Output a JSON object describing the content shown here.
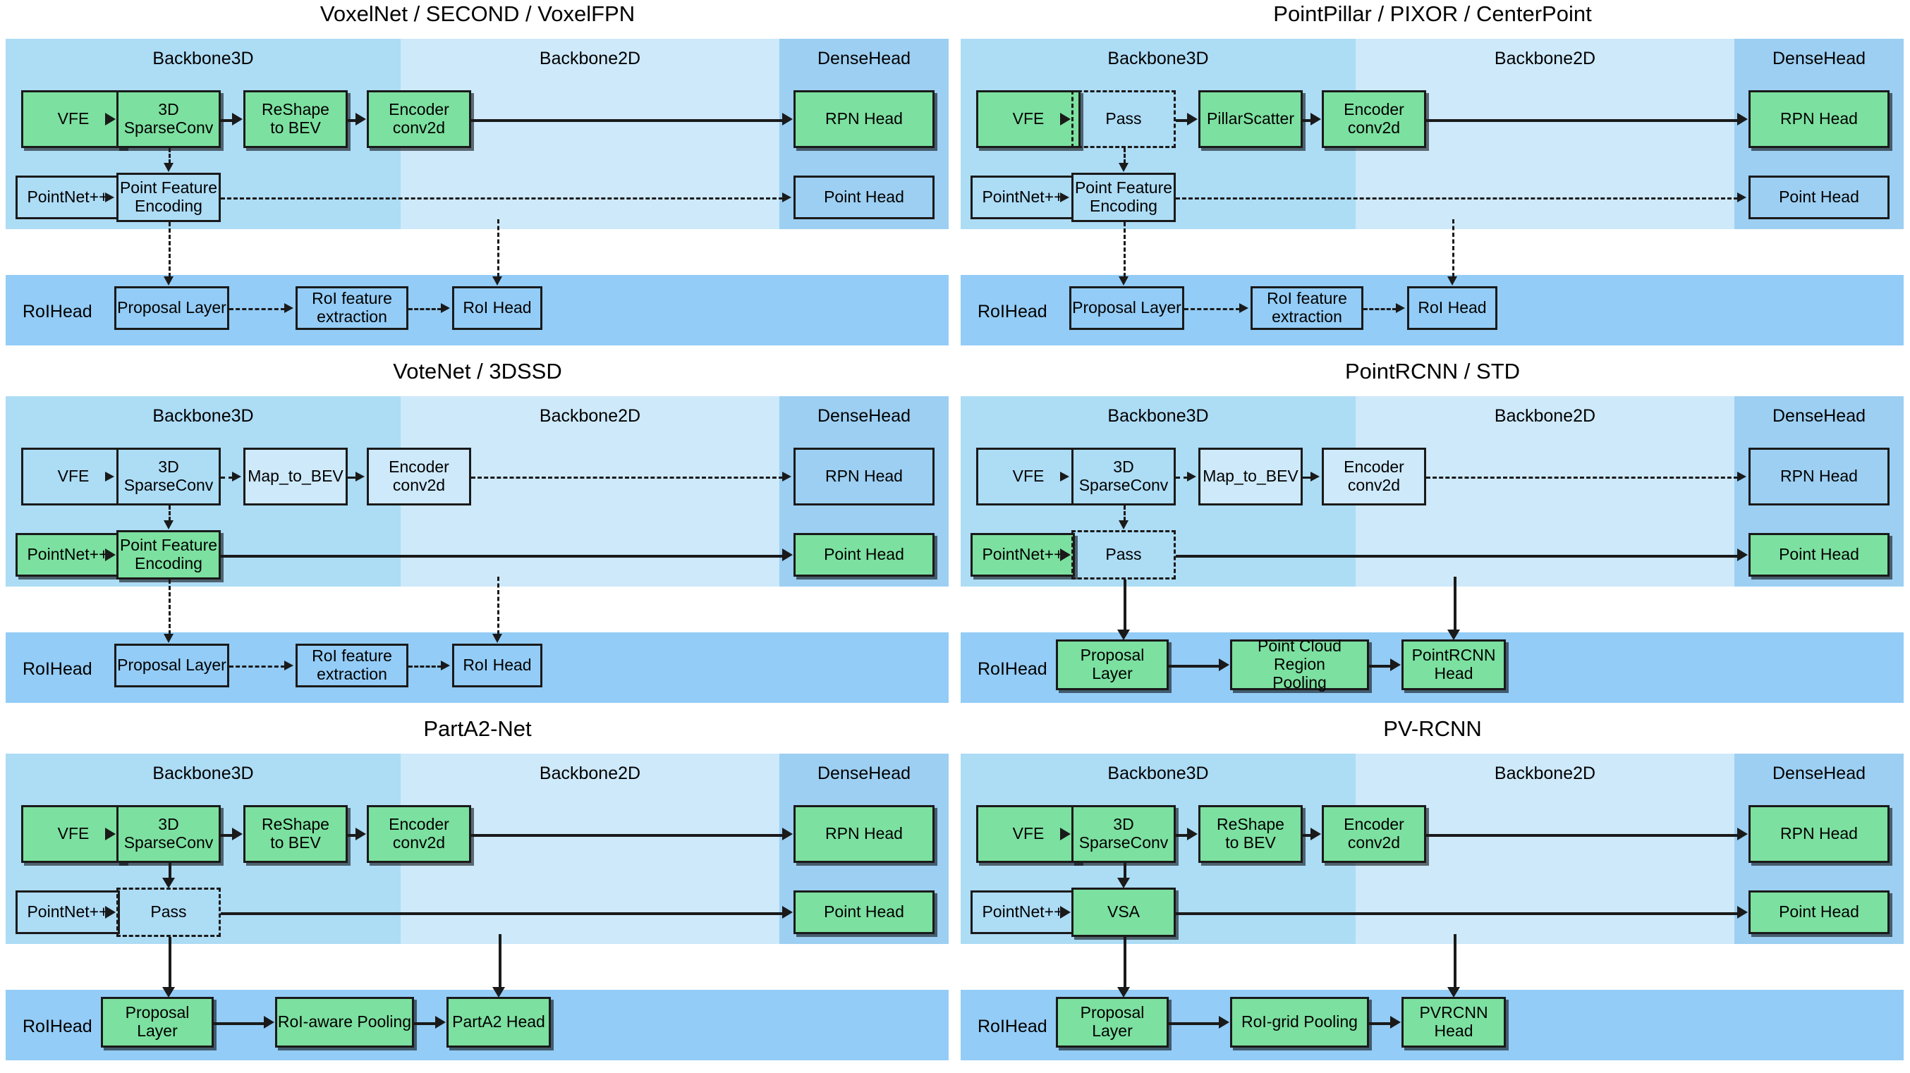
{
  "figure": {
    "description": "Unified 3D object detection framework diagram comparing six model families across Backbone3D, Backbone2D, DenseHead and RoIHead stages",
    "stage_labels": {
      "backbone3d": "Backbone3D",
      "backbone2d": "Backbone2D",
      "densehead": "DenseHead",
      "roihead": "RoIHead"
    },
    "colors": {
      "active_node": "#7CE0A0",
      "band_backbone3d": "#ADDCF5",
      "band_backbone2d": "#CDE9FA",
      "band_densehead": "#9CCFF2",
      "band_roihead": "#93CCF6",
      "stroke": "#1A1A1A"
    }
  },
  "panels": [
    {
      "id": "voxelnet",
      "title": "VoxelNet / SECOND / VoxelFPN",
      "nodes": {
        "vfe": "VFE",
        "sparseconv": "3D\nSparseConv",
        "bev": "ReShape\nto BEV",
        "encoder": "Encoder\nconv2d",
        "rpn_head": "RPN Head",
        "pointnet": "PointNet++",
        "pfe": "Point Feature\nEncoding",
        "point_head": "Point Head",
        "proposal": "Proposal Layer",
        "roi_feat": "RoI feature extraction",
        "roi_head": "RoI Head"
      }
    },
    {
      "id": "pointpillar",
      "title": "PointPillar / PIXOR / CenterPoint",
      "nodes": {
        "vfe": "VFE",
        "sparseconv": "Pass",
        "bev": "PillarScatter",
        "encoder": "Encoder\nconv2d",
        "rpn_head": "RPN Head",
        "pointnet": "PointNet++",
        "pfe": "Point Feature\nEncoding",
        "point_head": "Point Head",
        "proposal": "Proposal Layer",
        "roi_feat": "RoI feature extraction",
        "roi_head": "RoI Head"
      }
    },
    {
      "id": "votenet",
      "title": "VoteNet / 3DSSD",
      "nodes": {
        "vfe": "VFE",
        "sparseconv": "3D\nSparseConv",
        "bev": "Map_to_BEV",
        "encoder": "Encoder\nconv2d",
        "rpn_head": "RPN Head",
        "pointnet": "PointNet++",
        "pfe": "Point Feature\nEncoding",
        "point_head": "Point Head",
        "proposal": "Proposal Layer",
        "roi_feat": "RoI feature extraction",
        "roi_head": "RoI Head"
      }
    },
    {
      "id": "pointrcnn",
      "title": "PointRCNN / STD",
      "nodes": {
        "vfe": "VFE",
        "sparseconv": "3D\nSparseConv",
        "bev": "Map_to_BEV",
        "encoder": "Encoder\nconv2d",
        "rpn_head": "RPN Head",
        "pointnet": "PointNet++",
        "pfe": "Pass",
        "point_head": "Point Head",
        "proposal": "Proposal Layer",
        "roi_feat": "Point Cloud Region\nPooling",
        "roi_head": "PointRCNN\nHead"
      }
    },
    {
      "id": "parta2",
      "title": "PartA2-Net",
      "nodes": {
        "vfe": "VFE",
        "sparseconv": "3D\nSparseConv",
        "bev": "ReShape\nto BEV",
        "encoder": "Encoder\nconv2d",
        "rpn_head": "RPN Head",
        "pointnet": "PointNet++",
        "pfe": "Pass",
        "point_head": "Point Head",
        "proposal": "Proposal Layer",
        "roi_feat": "RoI-aware Pooling",
        "roi_head": "PartA2 Head"
      }
    },
    {
      "id": "pvrcnn",
      "title": "PV-RCNN",
      "nodes": {
        "vfe": "VFE",
        "sparseconv": "3D\nSparseConv",
        "bev": "ReShape\nto BEV",
        "encoder": "Encoder\nconv2d",
        "rpn_head": "RPN Head",
        "pointnet": "PointNet++",
        "pfe": "VSA",
        "point_head": "Point Head",
        "proposal": "Proposal Layer",
        "roi_feat": "RoI-grid Pooling",
        "roi_head": "PVRCNN\nHead"
      }
    }
  ]
}
